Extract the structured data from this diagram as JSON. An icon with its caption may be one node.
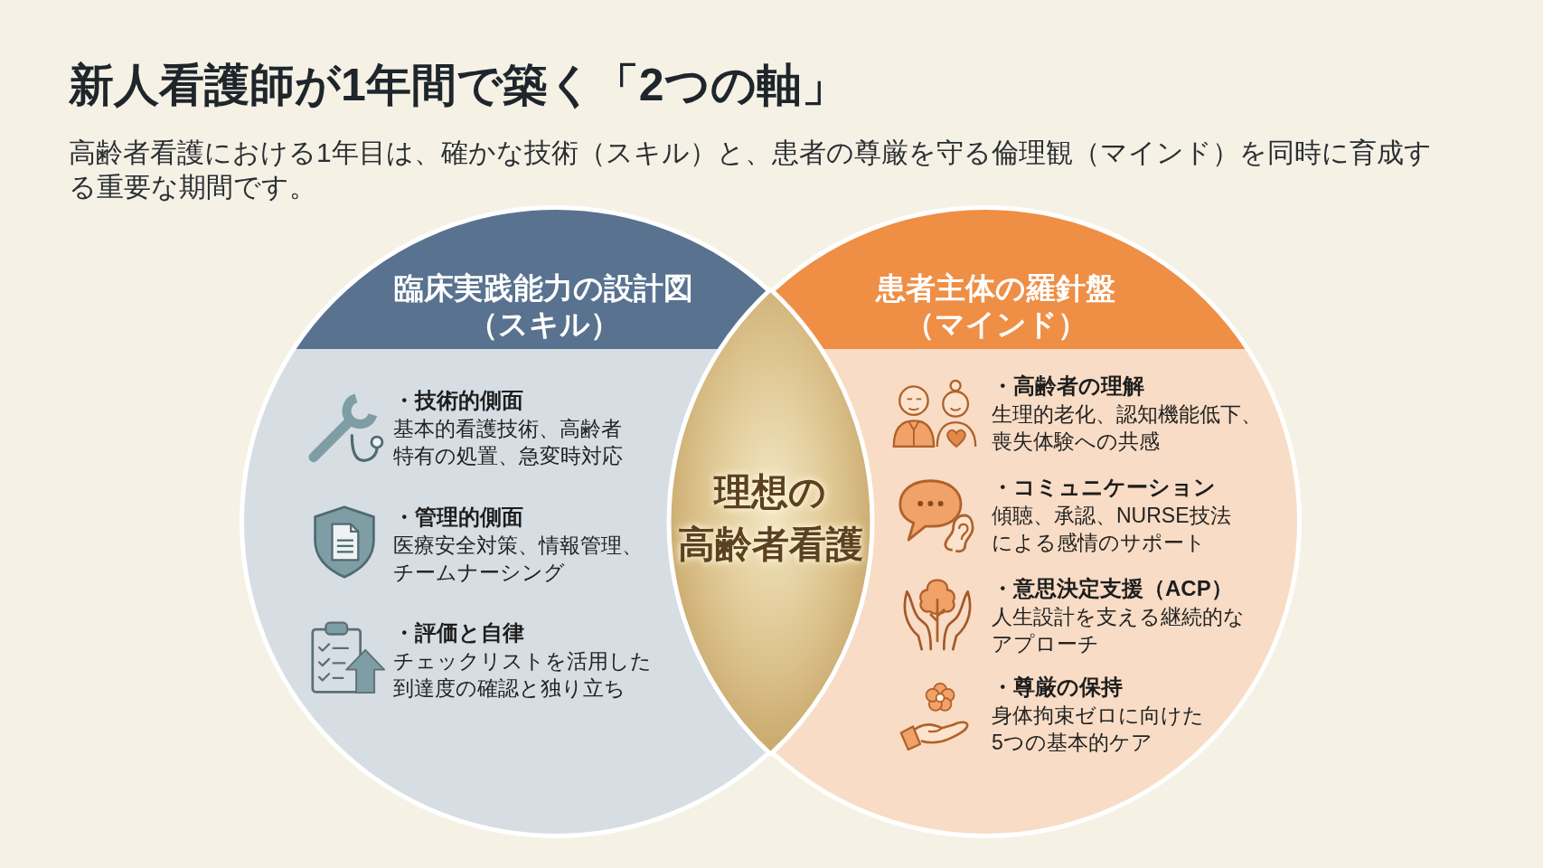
{
  "diagram": {
    "title": "新人看護師が1年間で築く「2つの軸」",
    "nodes": [
      {
        "text": [
          "臨床実践能力の設計図（スキル）",
          "・技術的側面",
          "基本的看護技術、高齢者特有の処置、急変時対応",
          "・管理的側面",
          "医療安全対策、情報管理、チームナーシング",
          "・評価と自律",
          "チェックリストを活用した到達度の確認と独り立ち"
        ]
      },
      {
        "text": [
          "患者主体の羅針盤（マインド）",
          "・高齢者の理解",
          "生理的老化、認知機能低下、喪失体験への共感",
          "・コミュニケーション",
          "傾聴、承認、NURSE技法による感情のサポート",
          "・意思決定支援（ACP）",
          "人生設計を支える継続的なアプローチ",
          "・尊厳の保持",
          "身体拘束ゼロに向けた5つの基本的ケア"
        ]
      },
      {
        "text": [
          "理想の高齢者看護"
        ]
      }
    ],
    "labels": [
      "高齢者看護における1年目は、確かな技術（スキル）と、患者の尊厳を守る倫理観（マインド）を同時に育成する重要な期間です。"
    ]
  }
}
